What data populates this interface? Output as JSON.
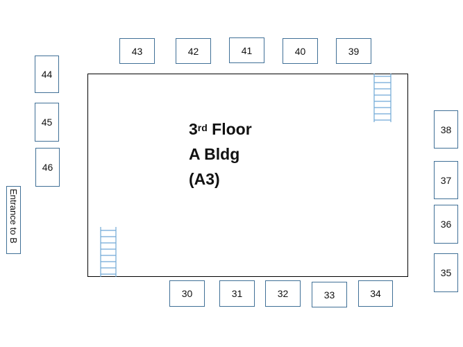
{
  "floor_label": {
    "line1_main": "3",
    "line1_sup": "rd",
    "line1_rest": " Floor",
    "line2": "A Bldg",
    "line3": "(A3)"
  },
  "entrance_label": "Entrance to B",
  "rooms": {
    "r30": "30",
    "r31": "31",
    "r32": "32",
    "r33": "33",
    "r34": "34",
    "r35": "35",
    "r36": "36",
    "r37": "37",
    "r38": "38",
    "r39": "39",
    "r40": "40",
    "r41": "41",
    "r42": "42",
    "r43": "43",
    "r44": "44",
    "r45": "45",
    "r46": "46"
  },
  "colors": {
    "room_border": "#3f6f96",
    "stairs": "#6fa8d6",
    "building_border": "#000000"
  }
}
